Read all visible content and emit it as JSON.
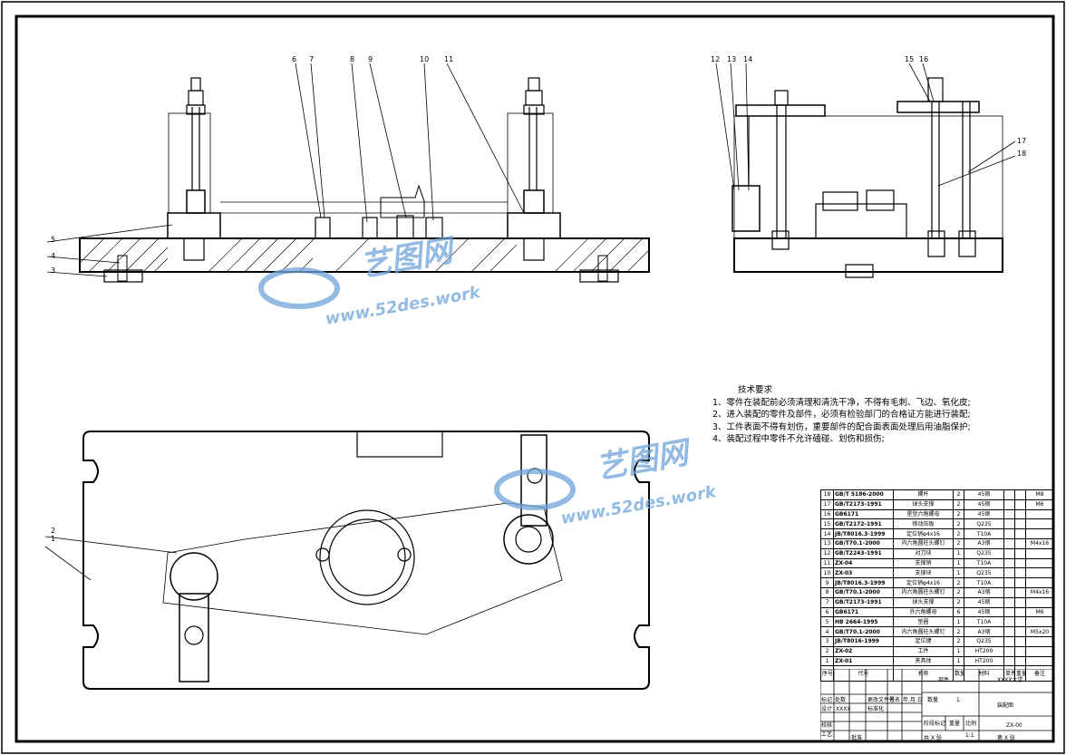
{
  "watermark": {
    "brand": "艺图网",
    "url": "www.52des.work",
    "color": "#6fa3d9"
  },
  "callouts": [
    "1",
    "2",
    "3",
    "4",
    "5",
    "6",
    "7",
    "8",
    "9",
    "10",
    "11",
    "12",
    "13",
    "14",
    "15",
    "16",
    "17",
    "18"
  ],
  "technical_requirements": {
    "title": "技术要求",
    "items": [
      "1、零件在装配前必须清理和清洗干净，不得有毛刺、飞边、氧化皮;",
      "2、进入装配的零件及部件，必须有检验部门的合格证方能进行装配;",
      "3、工件表面不得有划伤，重要部件的配合面表面处理后用油脂保护;",
      "4、装配过程中零件不允许磕碰、划伤和损伤;"
    ]
  },
  "bom": {
    "rows": [
      {
        "no": "18",
        "code": "GB/T 5186-2000",
        "name": "螺杆",
        "qty": "2",
        "mat": "45钢",
        "note": "M8"
      },
      {
        "no": "17",
        "code": "GB/T2173-1991",
        "name": "球头支撑",
        "qty": "2",
        "mat": "45钢",
        "note": "M6"
      },
      {
        "no": "16",
        "code": "GB6171",
        "name": "星型六角螺母",
        "qty": "2",
        "mat": "45钢",
        "note": ""
      },
      {
        "no": "15",
        "code": "GB/T2172-1991",
        "name": "移动压板",
        "qty": "2",
        "mat": "Q235",
        "note": ""
      },
      {
        "no": "14",
        "code": "JB/T8016.3-1999",
        "name": "定位销φ4x16",
        "qty": "2",
        "mat": "T10A",
        "note": ""
      },
      {
        "no": "13",
        "code": "GB/T70.1-2000",
        "name": "内六角圆柱头螺钉",
        "qty": "2",
        "mat": "A3钢",
        "note": "M4x16"
      },
      {
        "no": "12",
        "code": "GB/T2243-1991",
        "name": "对刀块",
        "qty": "1",
        "mat": "Q235",
        "note": ""
      },
      {
        "no": "11",
        "code": "ZX-04",
        "name": "支撑销",
        "qty": "1",
        "mat": "T10A",
        "note": ""
      },
      {
        "no": "10",
        "code": "ZX-03",
        "name": "支撑块",
        "qty": "1",
        "mat": "Q235",
        "note": ""
      },
      {
        "no": "9",
        "code": "JB/T8016.3-1999",
        "name": "定位销φ4x16",
        "qty": "2",
        "mat": "T10A",
        "note": ""
      },
      {
        "no": "8",
        "code": "GB/T70.1-2000",
        "name": "内六角圆柱头螺钉",
        "qty": "2",
        "mat": "A3钢",
        "note": "M4x16"
      },
      {
        "no": "7",
        "code": "GB/T2173-1991",
        "name": "球头支撑",
        "qty": "2",
        "mat": "45钢",
        "note": ""
      },
      {
        "no": "6",
        "code": "GB6171",
        "name": "外六角螺母",
        "qty": "6",
        "mat": "45钢",
        "note": "M6"
      },
      {
        "no": "5",
        "code": "HB 2664-1995",
        "name": "垫圈",
        "qty": "1",
        "mat": "T10A",
        "note": ""
      },
      {
        "no": "4",
        "code": "GB/T70.1-2000",
        "name": "内六角圆柱头螺钉",
        "qty": "2",
        "mat": "A3钢",
        "note": "M5x20"
      },
      {
        "no": "3",
        "code": "JB/T8016-1999",
        "name": "定位键",
        "qty": "2",
        "mat": "Q235",
        "note": ""
      },
      {
        "no": "2",
        "code": "ZX-02",
        "name": "工件",
        "qty": "1",
        "mat": "HT200",
        "note": ""
      },
      {
        "no": "1",
        "code": "ZX-01",
        "name": "夹具体",
        "qty": "1",
        "mat": "HT200",
        "note": ""
      }
    ],
    "header": {
      "no": "序号",
      "code": "代号",
      "name": "名称",
      "qty": "数量",
      "mat": "材料",
      "w": "单件 总计",
      "w2": "重量",
      "note": "备注"
    }
  },
  "title_block": {
    "part_label": "部件",
    "school": "XXXX大学",
    "qty_label": "数量",
    "qty": "1",
    "drawing_name": "装配图",
    "mark_label": "阶段标记",
    "weight_label": "重量",
    "scale_label": "比例",
    "scale": "1:1",
    "drawing_no": "ZX-00",
    "sheet": "共 X 张",
    "sheet2": "第 X 张",
    "rows": [
      "标记",
      "处数",
      "设计",
      "校核",
      "审核",
      "工艺",
      "批准"
    ],
    "designer": "XXXX",
    "std": "标准化",
    "sign": "签名",
    "date": "年.月.日",
    "file_label": "更改文件号"
  }
}
